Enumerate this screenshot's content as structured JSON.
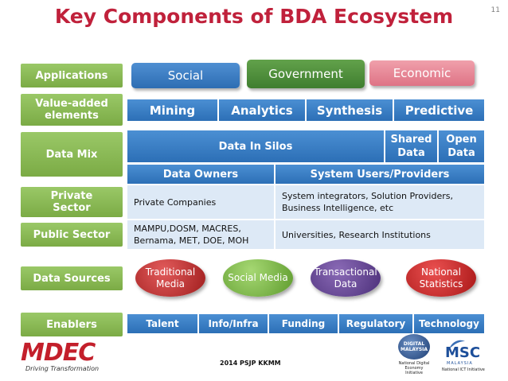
{
  "slide": {
    "title": "Key Components of BDA Ecosystem",
    "number": "11",
    "footer": "2014 PSJP KKMM"
  },
  "row_labels": {
    "applications": "Applications",
    "value_added": "Value-added elements",
    "data_mix": "Data Mix",
    "private_sector": "Private Sector",
    "public_sector": "Public Sector",
    "data_sources": "Data Sources",
    "enablers": "Enablers"
  },
  "applications": [
    "Social",
    "Government",
    "Economic"
  ],
  "value_added": [
    "Mining",
    "Analytics",
    "Synthesis",
    "Predictive"
  ],
  "data_mix": {
    "silos": "Data In Silos",
    "shared": "Shared Data",
    "open": "Open Data"
  },
  "table": {
    "headers": [
      "Data Owners",
      "System Users/Providers"
    ],
    "rows": [
      [
        "Private Companies",
        "System integrators, Solution Providers, Business Intelligence, etc"
      ],
      [
        "MAMPU,DOSM, MACRES, Bernama, MET, DOE, MOH",
        "Universities, Research Institutions"
      ]
    ]
  },
  "data_sources": [
    "Traditional Media",
    "Social Media",
    "Transactional Data",
    "National Statistics"
  ],
  "enablers": [
    "Talent",
    "Info/Infra",
    "Funding",
    "Regulatory",
    "Technology"
  ],
  "logos": {
    "mdec": "MDEC",
    "mdec_tagline": "Driving Transformation",
    "digital_malaysia": "DIGITAL MALAYSIA",
    "digital_malaysia_caption": "National Digital Economy Initiative",
    "msc": "MSC",
    "msc_sub": "MALAYSIA",
    "msc_caption": "National ICT Initiative"
  },
  "colors": {
    "title": "#c0213b",
    "label_green": "#8aba56",
    "bar_blue": "#2f74bd",
    "social": "#3a78c1",
    "government": "#4e8f3a",
    "economic": "#e98b9a",
    "traditional_media": "#b02a2a",
    "social_media": "#7ab943",
    "transactional_data": "#5b3b8c",
    "national_statistics": "#c02020"
  }
}
